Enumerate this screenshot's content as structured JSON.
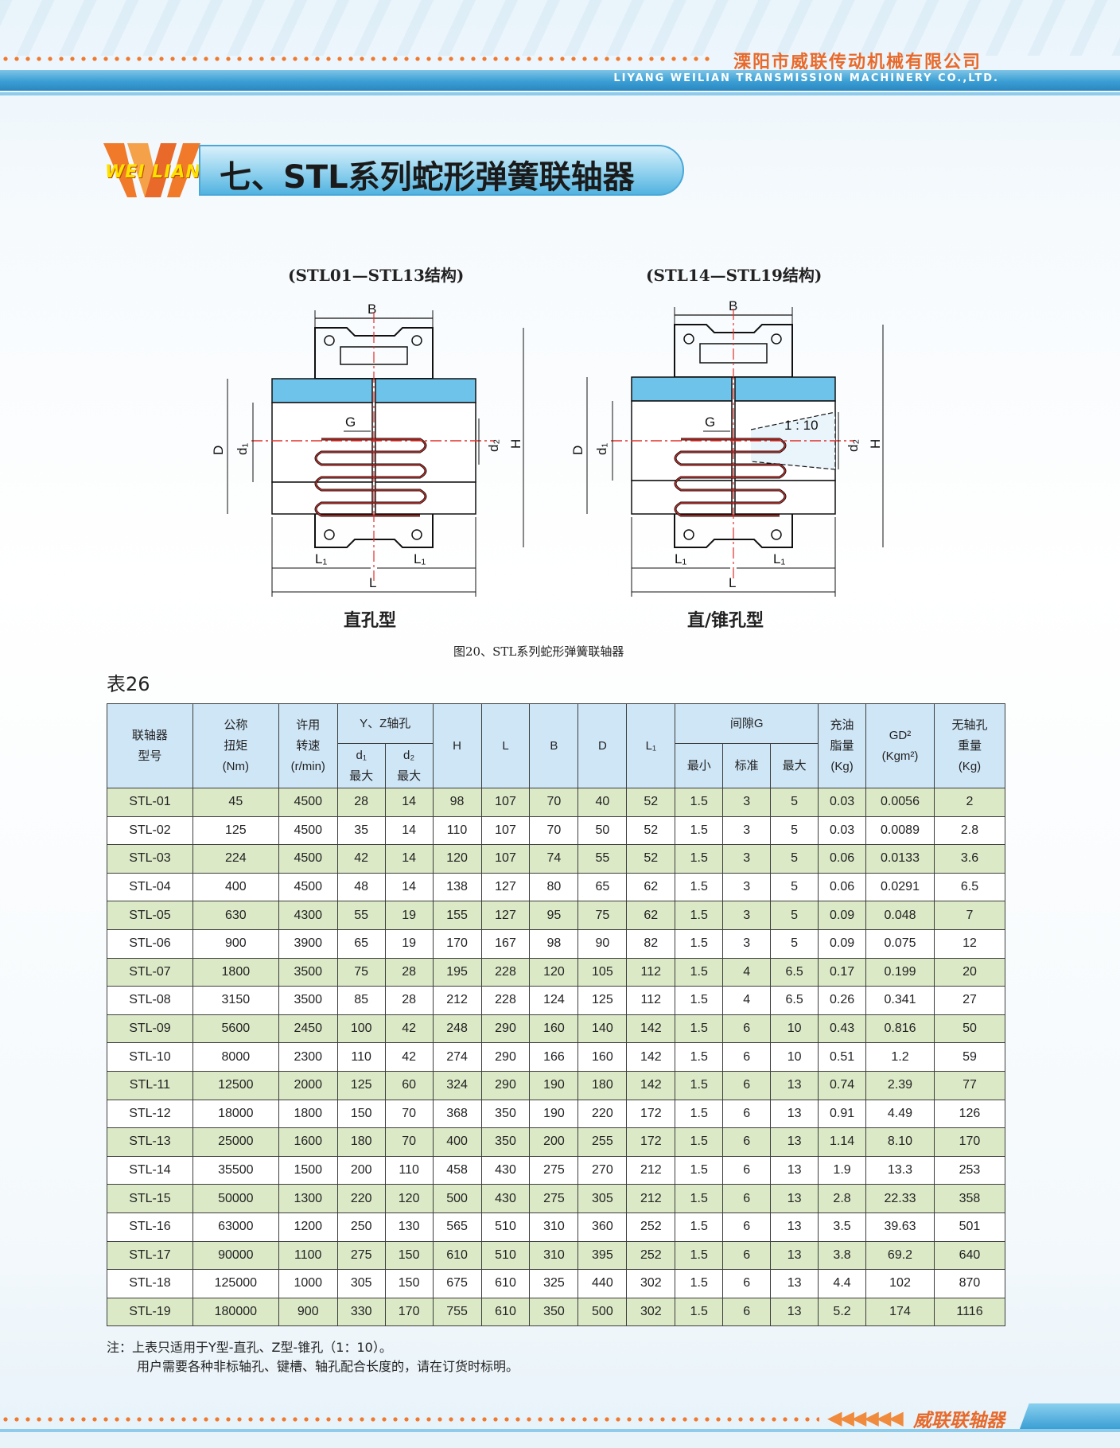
{
  "header": {
    "company_cn": "溧阳市威联传动机械有限公司",
    "company_en": "LIYANG WEILIAN TRANSMISSION MACHINERY CO.,LTD."
  },
  "section": {
    "logo_text": "WEI LIAN",
    "title": "七、STL系列蛇形弹簧联轴器"
  },
  "figure": {
    "left_title": "(STL01—STL13结构)",
    "right_title": "(STL14—STL19结构)",
    "left_caption": "直孔型",
    "right_caption": "直/锥孔型",
    "dims": {
      "B": "B",
      "D": "D",
      "d1": "d₁",
      "d2": "d₂",
      "G": "G",
      "H": "H",
      "L1": "L₁",
      "L": "L",
      "taper": "1 : 10"
    },
    "caption": "图20、STL系列蛇形弹簧联轴器"
  },
  "table": {
    "label": "表26",
    "headers": {
      "model": [
        "联轴器",
        "型号"
      ],
      "torque": [
        "公称",
        "扭矩",
        "(Nm)"
      ],
      "speed": [
        "许用",
        "转速",
        "(r/min)"
      ],
      "bore": "Y、Z轴孔",
      "d1": [
        "d₁",
        "最大"
      ],
      "d2": [
        "d₂",
        "最大"
      ],
      "H": "H",
      "L": "L",
      "B": "B",
      "D": "D",
      "L1": "L₁",
      "gap": "间隙G",
      "gap_min": "最小",
      "gap_std": "标准",
      "gap_max": "最大",
      "grease": [
        "充油",
        "脂量",
        "(Kg)"
      ],
      "gd2": [
        "GD²",
        "(Kgm²)"
      ],
      "weight": [
        "无轴孔",
        "重量",
        "(Kg)"
      ]
    },
    "rows": [
      [
        "STL-01",
        "45",
        "4500",
        "28",
        "14",
        "98",
        "107",
        "70",
        "40",
        "52",
        "1.5",
        "3",
        "5",
        "0.03",
        "0.0056",
        "2"
      ],
      [
        "STL-02",
        "125",
        "4500",
        "35",
        "14",
        "110",
        "107",
        "70",
        "50",
        "52",
        "1.5",
        "3",
        "5",
        "0.03",
        "0.0089",
        "2.8"
      ],
      [
        "STL-03",
        "224",
        "4500",
        "42",
        "14",
        "120",
        "107",
        "74",
        "55",
        "52",
        "1.5",
        "3",
        "5",
        "0.06",
        "0.0133",
        "3.6"
      ],
      [
        "STL-04",
        "400",
        "4500",
        "48",
        "14",
        "138",
        "127",
        "80",
        "65",
        "62",
        "1.5",
        "3",
        "5",
        "0.06",
        "0.0291",
        "6.5"
      ],
      [
        "STL-05",
        "630",
        "4300",
        "55",
        "19",
        "155",
        "127",
        "95",
        "75",
        "62",
        "1.5",
        "3",
        "5",
        "0.09",
        "0.048",
        "7"
      ],
      [
        "STL-06",
        "900",
        "3900",
        "65",
        "19",
        "170",
        "167",
        "98",
        "90",
        "82",
        "1.5",
        "3",
        "5",
        "0.09",
        "0.075",
        "12"
      ],
      [
        "STL-07",
        "1800",
        "3500",
        "75",
        "28",
        "195",
        "228",
        "120",
        "105",
        "112",
        "1.5",
        "4",
        "6.5",
        "0.17",
        "0.199",
        "20"
      ],
      [
        "STL-08",
        "3150",
        "3500",
        "85",
        "28",
        "212",
        "228",
        "124",
        "125",
        "112",
        "1.5",
        "4",
        "6.5",
        "0.26",
        "0.341",
        "27"
      ],
      [
        "STL-09",
        "5600",
        "2450",
        "100",
        "42",
        "248",
        "290",
        "160",
        "140",
        "142",
        "1.5",
        "6",
        "10",
        "0.43",
        "0.816",
        "50"
      ],
      [
        "STL-10",
        "8000",
        "2300",
        "110",
        "42",
        "274",
        "290",
        "166",
        "160",
        "142",
        "1.5",
        "6",
        "10",
        "0.51",
        "1.2",
        "59"
      ],
      [
        "STL-11",
        "12500",
        "2000",
        "125",
        "60",
        "324",
        "290",
        "190",
        "180",
        "142",
        "1.5",
        "6",
        "13",
        "0.74",
        "2.39",
        "77"
      ],
      [
        "STL-12",
        "18000",
        "1800",
        "150",
        "70",
        "368",
        "350",
        "190",
        "220",
        "172",
        "1.5",
        "6",
        "13",
        "0.91",
        "4.49",
        "126"
      ],
      [
        "STL-13",
        "25000",
        "1600",
        "180",
        "70",
        "400",
        "350",
        "200",
        "255",
        "172",
        "1.5",
        "6",
        "13",
        "1.14",
        "8.10",
        "170"
      ],
      [
        "STL-14",
        "35500",
        "1500",
        "200",
        "110",
        "458",
        "430",
        "275",
        "270",
        "212",
        "1.5",
        "6",
        "13",
        "1.9",
        "13.3",
        "253"
      ],
      [
        "STL-15",
        "50000",
        "1300",
        "220",
        "120",
        "500",
        "430",
        "275",
        "305",
        "212",
        "1.5",
        "6",
        "13",
        "2.8",
        "22.33",
        "358"
      ],
      [
        "STL-16",
        "63000",
        "1200",
        "250",
        "130",
        "565",
        "510",
        "310",
        "360",
        "252",
        "1.5",
        "6",
        "13",
        "3.5",
        "39.63",
        "501"
      ],
      [
        "STL-17",
        "90000",
        "1100",
        "275",
        "150",
        "610",
        "510",
        "310",
        "395",
        "252",
        "1.5",
        "6",
        "13",
        "3.8",
        "69.2",
        "640"
      ],
      [
        "STL-18",
        "125000",
        "1000",
        "305",
        "150",
        "675",
        "610",
        "325",
        "440",
        "302",
        "1.5",
        "6",
        "13",
        "4.4",
        "102",
        "870"
      ],
      [
        "STL-19",
        "180000",
        "900",
        "330",
        "170",
        "755",
        "610",
        "350",
        "500",
        "302",
        "1.5",
        "6",
        "13",
        "5.2",
        "174",
        "1116"
      ]
    ]
  },
  "notes": {
    "line1": "注：上表只适用于Y型-直孔、Z型-锥孔（1：10）。",
    "line2": "用户需要各种非标轴孔、键槽、轴孔配合长度的，请在订货时标明。"
  },
  "footer": {
    "arrows": "◀◀◀◀◀◀",
    "brand": "威联联轴器"
  },
  "colors": {
    "accent_orange": "#e8692a",
    "header_blue": "#3a9fd4",
    "row_green": "#dce9c7",
    "header_cell_blue": "#cfe6f7",
    "hub_blue": "#6ec3ea",
    "centerline_red": "#e0302a"
  }
}
